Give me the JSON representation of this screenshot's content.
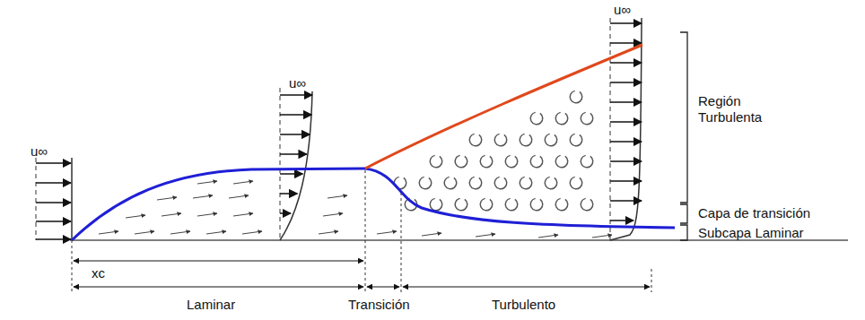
{
  "diagram": {
    "labels": [
      "u∞",
      "u∞",
      "u∞",
      "Región Turbulenta",
      "Capa de transición",
      "Subcapa Laminar",
      "xc",
      "Laminar",
      "Transición",
      "Turbulento"
    ]
  }
}
